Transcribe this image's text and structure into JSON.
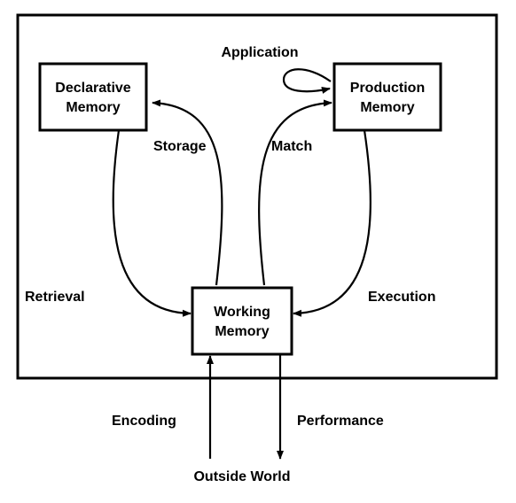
{
  "nodes": {
    "declarative": {
      "line1": "Declarative",
      "line2": "Memory"
    },
    "production": {
      "line1": "Production",
      "line2": "Memory"
    },
    "working": {
      "line1": "Working",
      "line2": "Memory"
    }
  },
  "edge_labels": {
    "application": "Application",
    "storage": "Storage",
    "match": "Match",
    "retrieval": "Retrieval",
    "execution": "Execution",
    "encoding": "Encoding",
    "performance": "Performance"
  },
  "external": {
    "outside_world": "Outside World"
  }
}
